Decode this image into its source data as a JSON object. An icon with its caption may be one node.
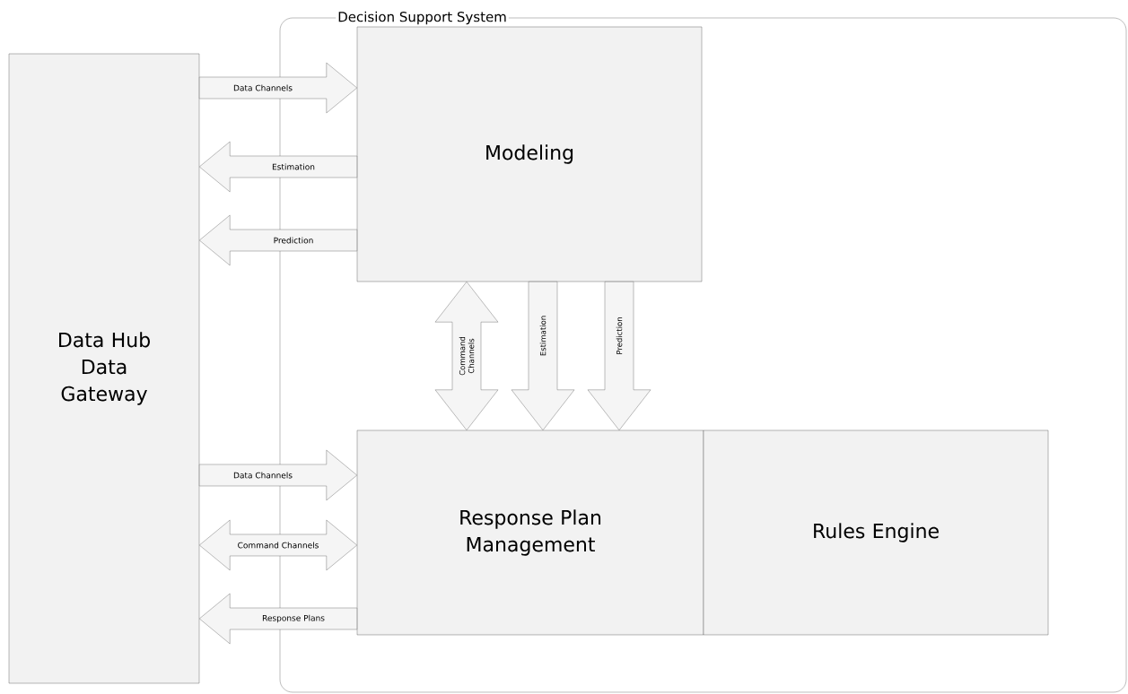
{
  "diagram": {
    "nodes": [
      {
        "text": [
          "Decision Support System"
        ]
      },
      {
        "text": [
          "Data Hub Data Gateway"
        ]
      },
      {
        "text": [
          "Modeling"
        ],
        "in": 0
      },
      {
        "text": [
          "Response Plan Management"
        ],
        "in": 0
      },
      {
        "text": [
          "Rules Engine"
        ],
        "in": 0
      }
    ],
    "edges": [
      {
        "from": 1,
        "to": 2,
        "arrow": "to",
        "label": "Data Channels"
      },
      {
        "from": 2,
        "to": 1,
        "arrow": "to",
        "label": "Estimation"
      },
      {
        "from": 2,
        "to": 1,
        "arrow": "to",
        "label": "Prediction"
      },
      {
        "from": 2,
        "to": 3,
        "arrow": "both",
        "label": "Command Channels"
      },
      {
        "from": 2,
        "to": 3,
        "arrow": "to",
        "label": "Estimation"
      },
      {
        "from": 2,
        "to": 3,
        "arrow": "to",
        "label": "Prediction"
      },
      {
        "from": 1,
        "to": 3,
        "arrow": "to",
        "label": "Data Channels"
      },
      {
        "from": 1,
        "to": 3,
        "arrow": "both",
        "label": "Command Channels"
      },
      {
        "from": 3,
        "to": 1,
        "arrow": "to",
        "label": "Response Plans"
      }
    ]
  }
}
